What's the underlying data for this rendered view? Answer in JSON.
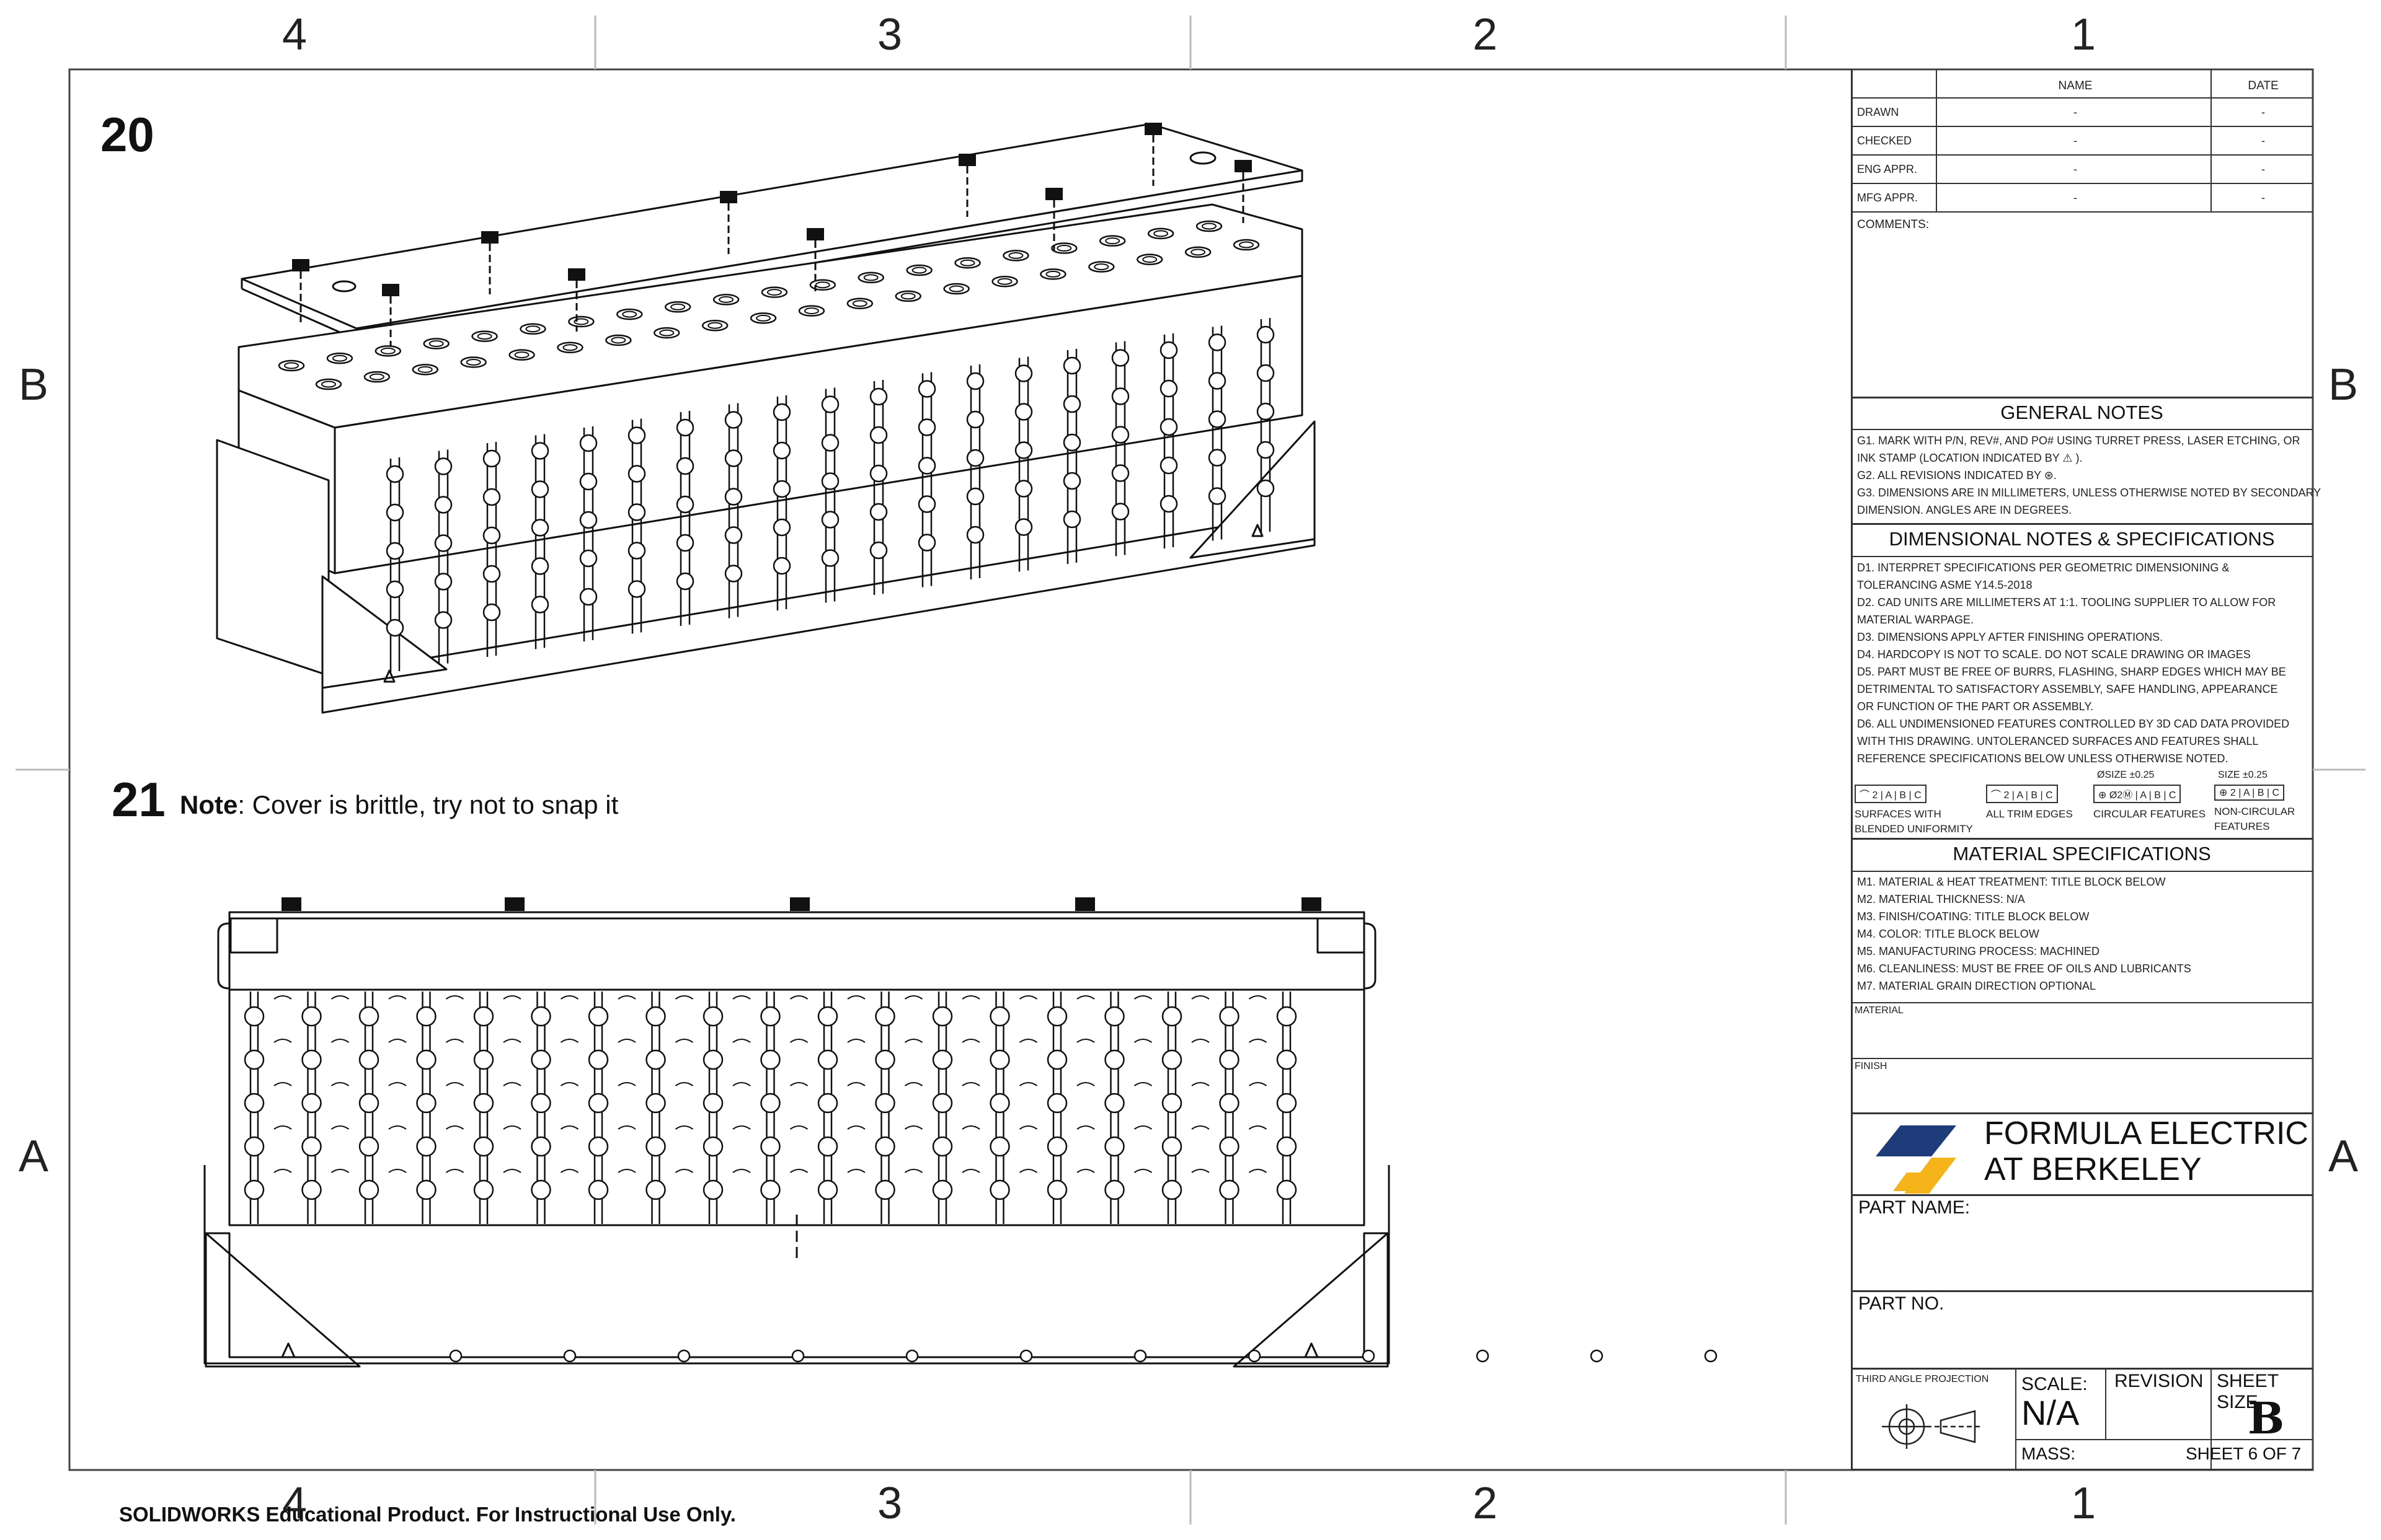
{
  "zones": {
    "top": [
      "4",
      "3",
      "2",
      "1"
    ],
    "bottom": [
      "4",
      "3",
      "2",
      "1"
    ],
    "left": [
      "B",
      "A"
    ],
    "right": [
      "B",
      "A"
    ]
  },
  "views": {
    "step_20": "20",
    "step_21": "21",
    "note_label": "Note",
    "note_text": ": Cover is brittle, try not to snap it"
  },
  "title_block": {
    "head": {
      "name": "NAME",
      "date": "DATE"
    },
    "approvals": [
      {
        "label": "DRAWN",
        "name": "-",
        "date": "-"
      },
      {
        "label": "CHECKED",
        "name": "-",
        "date": "-"
      },
      {
        "label": "ENG APPR.",
        "name": "-",
        "date": "-"
      },
      {
        "label": "MFG APPR.",
        "name": "-",
        "date": "-"
      }
    ],
    "comments_label": "COMMENTS:",
    "general_notes_title": "GENERAL NOTES",
    "general_notes": [
      "G1. MARK WITH P/N, REV#, AND PO# USING TURRET PRESS, LASER ETCHING, OR",
      "       INK STAMP (LOCATION INDICATED BY ⚠ ).",
      "G2. ALL REVISIONS INDICATED BY ⊛.",
      "G3. DIMENSIONS ARE IN MILLIMETERS, UNLESS OTHERWISE NOTED BY SECONDARY",
      "       DIMENSION. ANGLES ARE IN DEGREES."
    ],
    "dim_title": "DIMENSIONAL NOTES & SPECIFICATIONS",
    "dim_notes": [
      "D1. INTERPRET SPECIFICATIONS PER GEOMETRIC DIMENSIONING &",
      "       TOLERANCING ASME Y14.5-2018",
      "D2. CAD UNITS ARE MILLIMETERS AT 1:1. TOOLING SUPPLIER TO ALLOW FOR",
      "       MATERIAL WARPAGE.",
      "D3. DIMENSIONS APPLY AFTER FINISHING OPERATIONS.",
      "D4. HARDCOPY IS NOT TO SCALE. DO NOT SCALE DRAWING OR IMAGES",
      "D5. PART MUST BE FREE OF BURRS, FLASHING, SHARP EDGES WHICH MAY BE",
      "       DETRIMENTAL TO SATISFACTORY ASSEMBLY, SAFE HANDLING, APPEARANCE",
      "       OR FUNCTION OF THE PART OR ASSEMBLY.",
      "D6. ALL UNDIMENSIONED FEATURES CONTROLLED BY 3D CAD DATA PROVIDED",
      "       WITH THIS DRAWING. UNTOLERANCED SURFACES AND FEATURES SHALL",
      "       REFERENCE SPECIFICATIONS BELOW UNLESS OTHERWISE NOTED."
    ],
    "tolerances": [
      {
        "top": "",
        "frame": "2 | A | B | C",
        "caption1": "SURFACES WITH",
        "caption2": "BLENDED UNIFORMITY"
      },
      {
        "top": "",
        "frame": "2 | A | B | C",
        "caption1": "ALL TRIM EDGES",
        "caption2": ""
      },
      {
        "top": "ØSIZE ±0.25",
        "frame": "Ø2Ⓜ | A | B | C",
        "caption1": "CIRCULAR FEATURES",
        "caption2": ""
      },
      {
        "top": "SIZE ±0.25",
        "frame": "2 | A | B | C",
        "caption1": "NON-CIRCULAR",
        "caption2": "FEATURES"
      }
    ],
    "mat_title": "MATERIAL SPECIFICATIONS",
    "mat_notes": [
      "M1. MATERIAL & HEAT TREATMENT: TITLE BLOCK BELOW",
      "M2. MATERIAL THICKNESS: N/A",
      "M3. FINISH/COATING: TITLE BLOCK BELOW",
      "M4. COLOR: TITLE BLOCK BELOW",
      "M5. MANUFACTURING PROCESS: MACHINED",
      "M6. CLEANLINESS: MUST BE FREE OF OILS AND LUBRICANTS",
      "M7. MATERIAL GRAIN DIRECTION OPTIONAL"
    ],
    "material_label": "MATERIAL",
    "finish_label": "FINISH",
    "org_line1": "FORMULA ELECTRIC",
    "org_line2": "AT BERKELEY",
    "logo_colors": {
      "blue": "#1f3c7a",
      "gold": "#f4b41a"
    },
    "part_name_label": "PART NAME:",
    "part_no_label": "PART  NO.",
    "projection_label": "THIRD ANGLE PROJECTION",
    "scale_label": "SCALE:",
    "scale_value": "N/A",
    "revision_label": "REVISION",
    "sheet_size_label": "SHEET SIZE",
    "sheet_size_value": "B",
    "mass_label": "MASS:",
    "sheet_label": "SHEET 6 OF 7"
  },
  "footer": "SOLIDWORKS Educational Product. For Instructional Use Only."
}
